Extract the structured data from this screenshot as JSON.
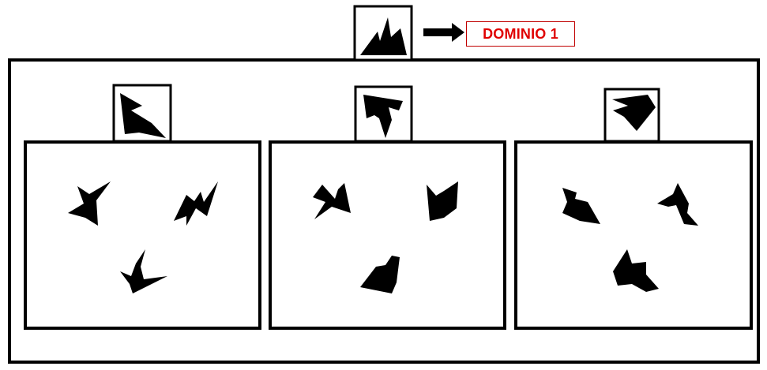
{
  "header": {
    "domain_label": "DOMINIO 1"
  },
  "icons": {
    "reference_glyph": "jagged-shape-icon",
    "arrow": "arrow-right-icon"
  },
  "colors": {
    "label_text": "#e00000",
    "label_border": "#c00000",
    "frame_stroke": "#000000",
    "glyph_fill": "#000000"
  },
  "groups": [
    {
      "id": 1,
      "shape_count": 3
    },
    {
      "id": 2,
      "shape_count": 3
    },
    {
      "id": 3,
      "shape_count": 3
    }
  ]
}
